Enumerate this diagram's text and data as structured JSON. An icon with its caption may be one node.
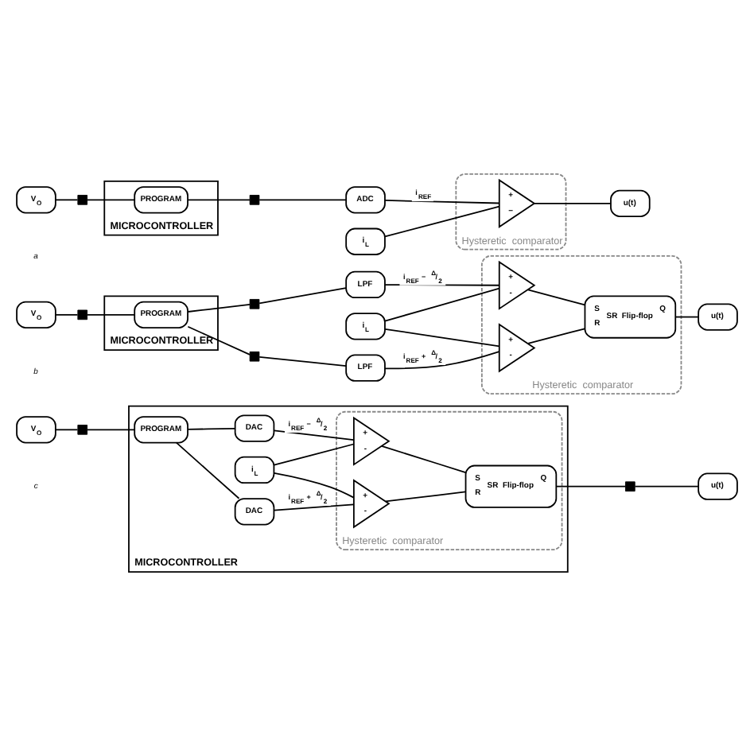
{
  "diagram": {
    "nodes": [
      {
        "text": [
          "V$_{O}$"
        ]
      },
      {
        "text": [],
        "shape": "box"
      },
      {
        "text": [
          "MICROCONTROLLER"
        ]
      },
      {
        "text": [
          "PROGRAM"
        ],
        "in": 2
      },
      {
        "text": [],
        "shape": "box"
      },
      {
        "text": [
          "ADC"
        ]
      },
      {
        "text": [
          "Hysteretic comparator"
        ]
      },
      {
        "text": [
          "+",
          "−"
        ],
        "in": 6
      },
      {
        "text": [
          "i$_{L}$"
        ]
      },
      {
        "text": [
          "u(t)"
        ]
      },
      {
        "text": [
          "V$_{O}$"
        ]
      },
      {
        "text": [],
        "shape": "box"
      },
      {
        "text": [
          "MICROCONTROLLER"
        ]
      },
      {
        "text": [
          "PROGRAM"
        ],
        "in": 12
      },
      {
        "text": [],
        "shape": "box"
      },
      {
        "text": [],
        "shape": "box"
      },
      {
        "text": [
          "LPF"
        ]
      },
      {
        "text": [
          "LPF"
        ]
      },
      {
        "text": [
          "i$_{L}$"
        ]
      },
      {
        "text": [
          "Hysteretic comparator"
        ]
      },
      {
        "text": [
          "+",
          "-"
        ],
        "in": 19
      },
      {
        "text": [
          "+",
          "-"
        ],
        "in": 19
      },
      {
        "text": [
          "SR Flip-flop",
          "S",
          "R",
          "Q"
        ],
        "in": 19
      },
      {
        "text": [
          "u(t)"
        ]
      },
      {
        "text": [
          "V$_{O}$"
        ]
      },
      {
        "text": [],
        "shape": "box"
      },
      {
        "text": [
          "MICROCONTROLLER"
        ]
      },
      {
        "text": [
          "PROGRAM"
        ],
        "in": 26
      },
      {
        "text": [
          "DAC"
        ],
        "in": 26
      },
      {
        "text": [
          "DAC"
        ],
        "in": 26
      },
      {
        "text": [
          "i$_{L}$"
        ],
        "in": 26
      },
      {
        "text": [
          "Hysteretic comparator"
        ],
        "in": 26
      },
      {
        "text": [
          "+",
          "-"
        ],
        "in": 31
      },
      {
        "text": [
          "+",
          "-"
        ],
        "in": 31
      },
      {
        "text": [
          "SR Flip-flop",
          "S",
          "R",
          "Q"
        ],
        "in": 31
      },
      {
        "text": [],
        "shape": "box"
      },
      {
        "text": [
          "u(t)"
        ]
      }
    ],
    "edges": [
      {
        "from": 0,
        "to": 1,
        "arrow": "none"
      },
      {
        "from": 1,
        "to": 3,
        "arrow": "none"
      },
      {
        "from": 3,
        "to": 4,
        "arrow": "none"
      },
      {
        "from": 4,
        "to": 5,
        "arrow": "none"
      },
      {
        "from": 5,
        "to": 7,
        "arrow": "none",
        "label": "i$_{REF}$"
      },
      {
        "from": 8,
        "to": 7,
        "arrow": "none"
      },
      {
        "from": 7,
        "to": 9,
        "arrow": "none"
      },
      {
        "from": 10,
        "to": 11,
        "arrow": "none"
      },
      {
        "from": 11,
        "to": 13,
        "arrow": "none"
      },
      {
        "from": 13,
        "to": 14,
        "arrow": "none"
      },
      {
        "from": 13,
        "to": 15,
        "arrow": "none"
      },
      {
        "from": 14,
        "to": 16,
        "arrow": "none"
      },
      {
        "from": 15,
        "to": 17,
        "arrow": "none"
      },
      {
        "from": 16,
        "to": 20,
        "arrow": "none",
        "label": "i$_{REF}$ − $^{Δ}$/$_{2}$"
      },
      {
        "from": 17,
        "to": 21,
        "arrow": "none",
        "label": "i$_{REF}$ + $^{Δ}$/$_{2}$"
      },
      {
        "from": 18,
        "to": 20,
        "arrow": "none"
      },
      {
        "from": 18,
        "to": 21,
        "arrow": "none"
      },
      {
        "from": 20,
        "to": 22,
        "arrow": "none"
      },
      {
        "from": 21,
        "to": 22,
        "arrow": "none"
      },
      {
        "from": 22,
        "to": 23,
        "arrow": "none"
      },
      {
        "from": 24,
        "to": 25,
        "arrow": "none"
      },
      {
        "from": 25,
        "to": 27,
        "arrow": "none"
      },
      {
        "from": 27,
        "to": 28,
        "arrow": "none"
      },
      {
        "from": 27,
        "to": 29,
        "arrow": "none"
      },
      {
        "from": 28,
        "to": 32,
        "arrow": "none",
        "label": "i$_{REF}$ − $^{Δ}$/$_{2}$"
      },
      {
        "from": 29,
        "to": 33,
        "arrow": "none",
        "label": "i$_{REF}$ + $^{Δ}$/$_{2}$"
      },
      {
        "from": 30,
        "to": 32,
        "arrow": "none"
      },
      {
        "from": 30,
        "to": 33,
        "arrow": "none"
      },
      {
        "from": 32,
        "to": 34,
        "arrow": "none"
      },
      {
        "from": 33,
        "to": 34,
        "arrow": "none"
      },
      {
        "from": 34,
        "to": 35,
        "arrow": "none"
      },
      {
        "from": 35,
        "to": 36,
        "arrow": "none"
      }
    ],
    "labels": [
      "a",
      "b",
      "c"
    ]
  }
}
